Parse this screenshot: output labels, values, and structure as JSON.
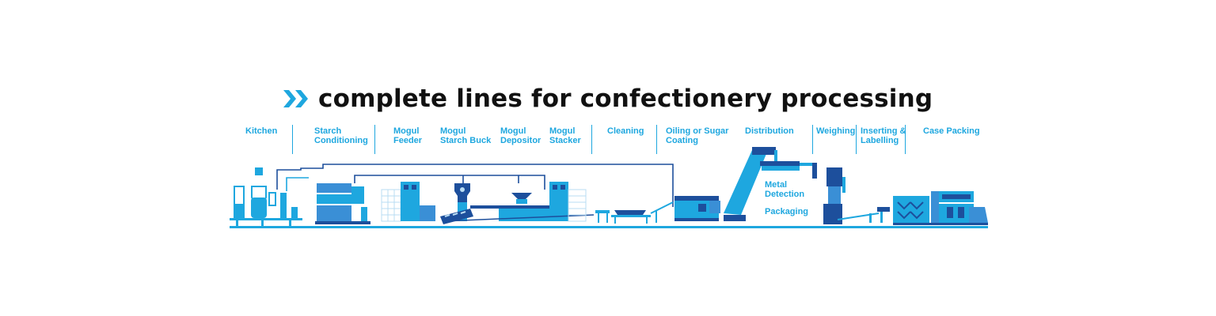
{
  "header": {
    "title": "complete lines for confectionery processing",
    "chevron_icon": "double-chevron-right-icon"
  },
  "stages": [
    {
      "id": "kitchen",
      "label": "Kitchen"
    },
    {
      "id": "starch-conditioning",
      "label": "Starch\nConditioning"
    },
    {
      "id": "mogul-feeder",
      "label": "Mogul\nFeeder"
    },
    {
      "id": "mogul-starch-buck",
      "label": "Mogul\nStarch Buck"
    },
    {
      "id": "mogul-depositor",
      "label": "Mogul\nDepositor"
    },
    {
      "id": "mogul-stacker",
      "label": "Mogul\nStacker"
    },
    {
      "id": "cleaning",
      "label": "Cleaning"
    },
    {
      "id": "oiling-or-sugar-coating",
      "label": "Oiling or Sugar\nCoating"
    },
    {
      "id": "distribution",
      "label": "Distribution"
    },
    {
      "id": "weighing",
      "label": "Weighing"
    },
    {
      "id": "inserting-labelling",
      "label": "Inserting &\nLabelling"
    },
    {
      "id": "case-packing",
      "label": "Case Packing"
    }
  ],
  "inline_labels": {
    "metal_detection": "Metal\nDetection",
    "packaging": "Packaging"
  },
  "colors": {
    "title": "#111111",
    "light_blue": "#1ea7df",
    "mid_blue": "#3a8fd6",
    "dark_blue": "#1d4f9c",
    "pale_blue": "#b9dcf3"
  }
}
